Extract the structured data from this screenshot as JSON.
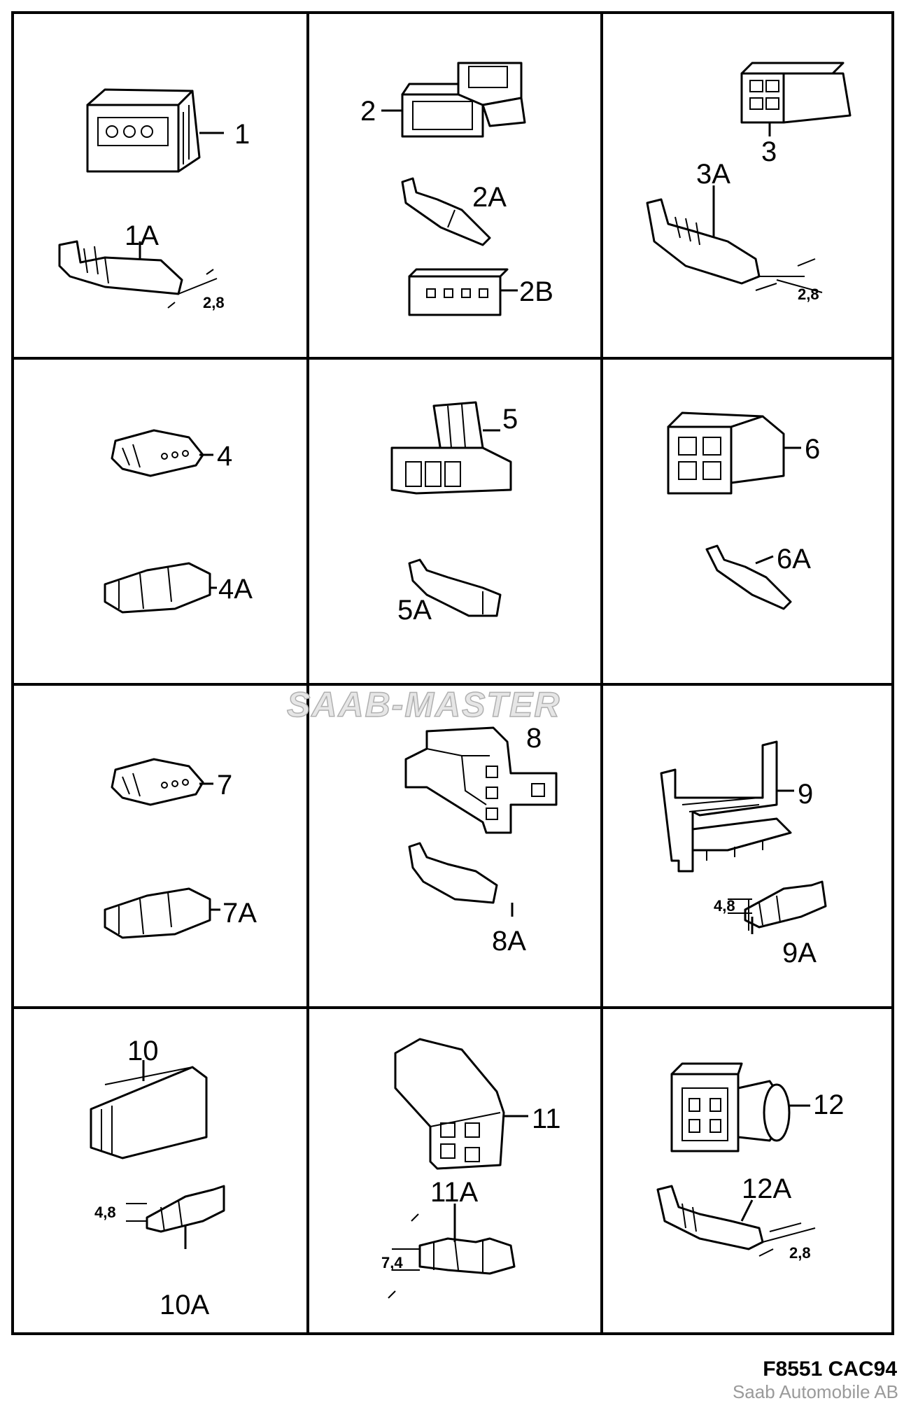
{
  "cells": [
    {
      "id": "1",
      "labels": [
        "1",
        "1A"
      ],
      "dims": [
        "2,8"
      ]
    },
    {
      "id": "2",
      "labels": [
        "2",
        "2A",
        "2B"
      ],
      "dims": []
    },
    {
      "id": "3",
      "labels": [
        "3",
        "3A"
      ],
      "dims": [
        "2,8"
      ]
    },
    {
      "id": "4",
      "labels": [
        "4",
        "4A"
      ],
      "dims": []
    },
    {
      "id": "5",
      "labels": [
        "5",
        "5A"
      ],
      "dims": []
    },
    {
      "id": "6",
      "labels": [
        "6",
        "6A"
      ],
      "dims": []
    },
    {
      "id": "7",
      "labels": [
        "7",
        "7A"
      ],
      "dims": []
    },
    {
      "id": "8",
      "labels": [
        "8",
        "8A"
      ],
      "dims": []
    },
    {
      "id": "9",
      "labels": [
        "9",
        "9A"
      ],
      "dims": [
        "4,8"
      ]
    },
    {
      "id": "10",
      "labels": [
        "10",
        "10A"
      ],
      "dims": [
        "4,8"
      ]
    },
    {
      "id": "11",
      "labels": [
        "11",
        "11A"
      ],
      "dims": [
        "7,4"
      ]
    },
    {
      "id": "12",
      "labels": [
        "12",
        "12A"
      ],
      "dims": [
        "2,8"
      ]
    }
  ],
  "watermark": "SAAB-MASTER",
  "footer": {
    "code": "F8551  CAC94",
    "company": "Saab Automobile AB"
  }
}
